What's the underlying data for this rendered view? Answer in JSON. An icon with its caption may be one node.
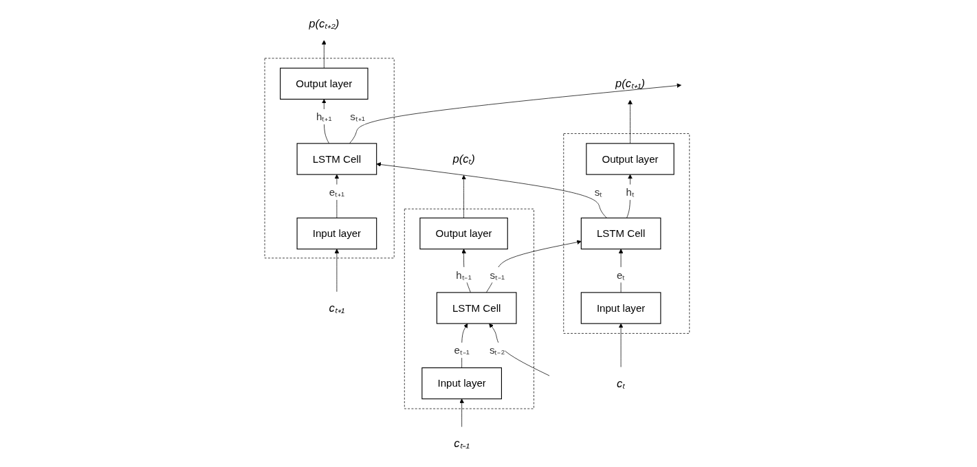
{
  "diagram": {
    "nodes": [
      {
        "text": [
          "p(cₜ)"
        ]
      },
      {
        "text": [
          "p(cₜ₊₁)"
        ]
      },
      {
        "text": [
          "p(cₜ₊₂)"
        ]
      },
      {
        "text": [],
        "shape": "box"
      },
      {
        "text": [
          "Output layer"
        ],
        "in": 3
      },
      {
        "text": [
          "LSTM Cell"
        ],
        "in": 3
      },
      {
        "text": [
          "Input layer"
        ],
        "in": 3
      },
      {
        "text": [],
        "shape": "box"
      },
      {
        "text": [
          "Output layer"
        ],
        "in": 7
      },
      {
        "text": [
          "LSTM Cell"
        ],
        "in": 7
      },
      {
        "text": [
          "Input layer"
        ],
        "in": 7
      },
      {
        "text": [],
        "shape": "box"
      },
      {
        "text": [
          "Output layer"
        ],
        "in": 11
      },
      {
        "text": [
          "LSTM Cell"
        ],
        "in": 11
      },
      {
        "text": [
          "Input layer"
        ],
        "in": 11
      },
      {
        "text": [
          "cₜ₋₁"
        ]
      },
      {
        "text": [
          "cₜ"
        ]
      },
      {
        "text": [
          "cₜ₊₁"
        ]
      }
    ],
    "edges": [
      {
        "from": 15,
        "to": 6,
        "arrow": "to"
      },
      {
        "from": 6,
        "to": 5,
        "label": "eₜ₋₁",
        "arrow": "to"
      },
      {
        "from": 5,
        "to": 4,
        "label": "hₜ₋₁",
        "arrow": "to"
      },
      {
        "from": 4,
        "to": 0,
        "arrow": "to"
      },
      {
        "from": null,
        "to": 5,
        "label": "sₜ₋₂",
        "arrow": "to"
      },
      {
        "from": 5,
        "to": 9,
        "label": "sₜ₋₁",
        "arrow": "to"
      },
      {
        "from": 16,
        "to": 10,
        "arrow": "to"
      },
      {
        "from": 10,
        "to": 9,
        "label": "eₜ",
        "arrow": "to"
      },
      {
        "from": 9,
        "to": 8,
        "label": "hₜ",
        "arrow": "to"
      },
      {
        "from": 8,
        "to": 1,
        "arrow": "to"
      },
      {
        "from": 9,
        "to": 13,
        "label": "sₜ",
        "arrow": "to"
      },
      {
        "from": 17,
        "to": 14,
        "arrow": "to"
      },
      {
        "from": 14,
        "to": 13,
        "label": "eₜ₊₁",
        "arrow": "to"
      },
      {
        "from": 13,
        "to": 12,
        "label": "hₜ₊₁",
        "arrow": "to"
      },
      {
        "from": 12,
        "to": 2,
        "arrow": "to"
      },
      {
        "from": 13,
        "to": null,
        "label": "sₜ₊₁",
        "arrow": "to"
      }
    ]
  }
}
